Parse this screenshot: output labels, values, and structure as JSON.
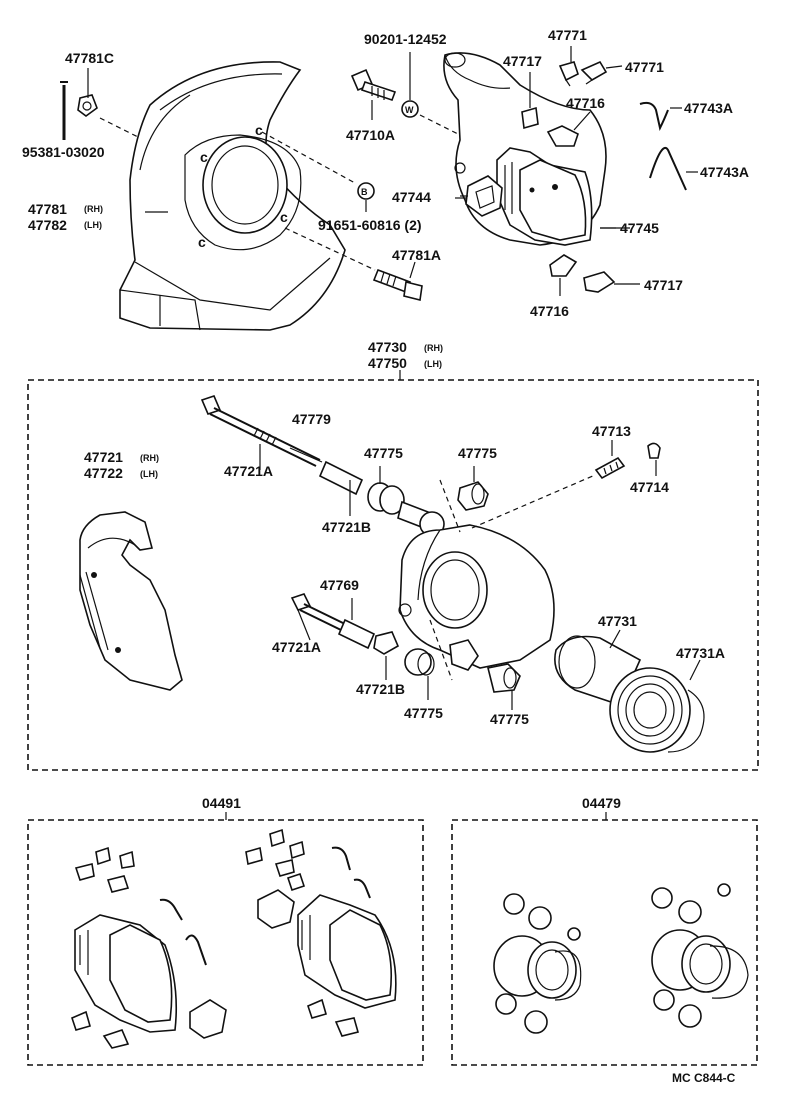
{
  "labels": {
    "p47781c": "47781C",
    "p95381": "95381-03020",
    "p47781": "47781",
    "p47782": "47782",
    "rh": "(RH)",
    "lh": "(LH)",
    "p90201": "90201-12452",
    "p47710a": "47710A",
    "p91651": "91651-60816 (2)",
    "p47781a": "47781A",
    "p47771a": "47771",
    "p47771b": "47771",
    "p47717a": "47717",
    "p47716a": "47716",
    "p47743a1": "47743A",
    "p47743a2": "47743A",
    "p47744": "47744",
    "p47745": "47745",
    "p47716b": "47716",
    "p47717b": "47717",
    "p47730": "47730",
    "p47750": "47750",
    "p47721": "47721",
    "p47722": "47722",
    "p47779": "47779",
    "p47721a1": "47721A",
    "p47775a": "47775",
    "p47775b": "47775",
    "p47713": "47713",
    "p47714": "47714",
    "p47721b1": "47721B",
    "p47769": "47769",
    "p47721a2": "47721A",
    "p47731": "47731",
    "p47731a": "47731A",
    "p47721b2": "47721B",
    "p47775c": "47775",
    "p47775d": "47775",
    "p04491": "04491",
    "p04479": "04479",
    "footer": "MC  C844-C",
    "w_mark": "W",
    "b_mark": "B"
  }
}
